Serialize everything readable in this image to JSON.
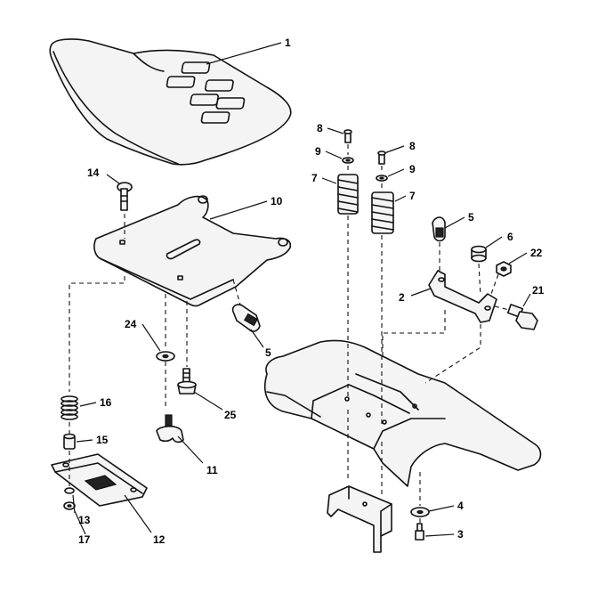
{
  "diagram": {
    "callouts": [
      {
        "id": "c1",
        "text": "1"
      },
      {
        "id": "c10",
        "text": "10"
      },
      {
        "id": "c14",
        "text": "14"
      },
      {
        "id": "c8a",
        "text": "8"
      },
      {
        "id": "c9a",
        "text": "9"
      },
      {
        "id": "c7a",
        "text": "7"
      },
      {
        "id": "c8b",
        "text": "8"
      },
      {
        "id": "c9b",
        "text": "9"
      },
      {
        "id": "c7b",
        "text": "7"
      },
      {
        "id": "c5a",
        "text": "5"
      },
      {
        "id": "c6",
        "text": "6"
      },
      {
        "id": "c22",
        "text": "22"
      },
      {
        "id": "c2",
        "text": "2"
      },
      {
        "id": "c21",
        "text": "21"
      },
      {
        "id": "c5b",
        "text": "5"
      },
      {
        "id": "c24",
        "text": "24"
      },
      {
        "id": "c25",
        "text": "25"
      },
      {
        "id": "c16",
        "text": "16"
      },
      {
        "id": "c15",
        "text": "15"
      },
      {
        "id": "c11",
        "text": "11"
      },
      {
        "id": "c13",
        "text": "13"
      },
      {
        "id": "c17",
        "text": "17"
      },
      {
        "id": "c12",
        "text": "12"
      },
      {
        "id": "c4",
        "text": "4"
      },
      {
        "id": "c3",
        "text": "3"
      }
    ]
  }
}
